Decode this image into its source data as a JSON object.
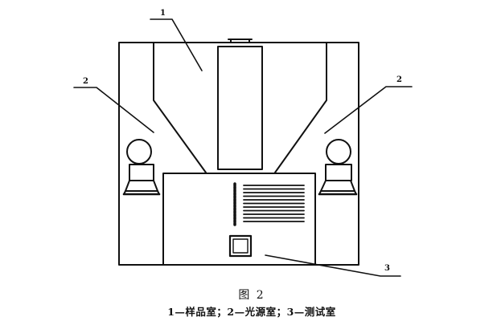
{
  "figure": {
    "title": "图 2",
    "legend": "1—样品室；2—光源室；3—测试室",
    "stroke_color": "#111111",
    "background": "#ffffff"
  },
  "callouts": [
    {
      "id": "1",
      "label": "1",
      "meaning": "样品室"
    },
    {
      "id": "2-left",
      "label": "2",
      "meaning": "光源室"
    },
    {
      "id": "2-right",
      "label": "2",
      "meaning": "光源室"
    },
    {
      "id": "3",
      "label": "3",
      "meaning": "测试室"
    }
  ],
  "components": {
    "sample_chamber": "样品室",
    "light_source_chamber": "光源室",
    "test_chamber": "测试室",
    "lamp_count": 2,
    "display_grille_lines": 11
  }
}
